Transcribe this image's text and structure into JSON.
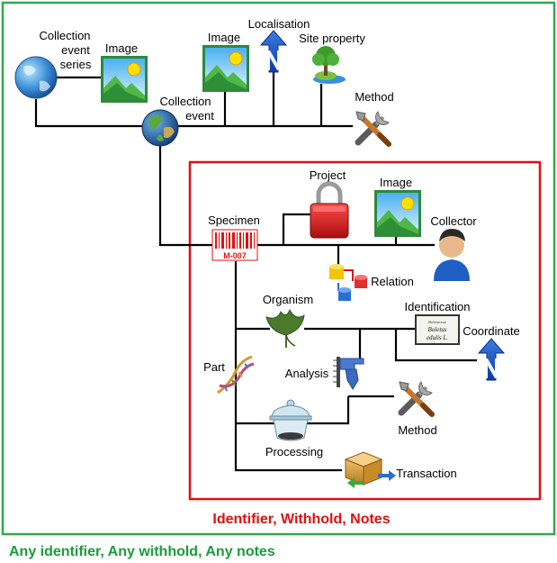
{
  "nodes": {
    "collection_event_series": {
      "line1": "Collection",
      "line2": "event",
      "line3": "series",
      "icon": "globe-icon"
    },
    "image_top_left": {
      "label": "Image",
      "icon": "image-icon"
    },
    "image_top_center": {
      "label": "Image",
      "icon": "image-icon"
    },
    "localisation": {
      "label": "Localisation",
      "icon": "north-arrow-icon"
    },
    "site_property": {
      "label": "Site property",
      "icon": "tree-island-icon"
    },
    "collection_event": {
      "line1": "Collection",
      "line2": "event",
      "icon": "earth-globe-icon"
    },
    "method_top": {
      "label": "Method",
      "icon": "tools-icon"
    },
    "project": {
      "label": "Project",
      "icon": "padlock-icon"
    },
    "image_specimen": {
      "label": "Image",
      "icon": "image-icon"
    },
    "specimen": {
      "label": "Specimen",
      "barcode_text": "M-007",
      "icon": "barcode-icon"
    },
    "collector": {
      "label": "Collector",
      "icon": "person-icon"
    },
    "relation": {
      "label": "Relation",
      "icon": "database-relation-icon"
    },
    "organism": {
      "label": "Organism",
      "icon": "leaf-icon"
    },
    "identification": {
      "label": "Identification",
      "card_line1": "Boletaceae",
      "card_line2": "Boletus",
      "card_line3": "edulis L.",
      "icon": "label-card-icon"
    },
    "coordinate": {
      "label": "Coordinate",
      "icon": "north-arrow-icon"
    },
    "part": {
      "label": "Part",
      "icon": "dna-icon"
    },
    "analysis": {
      "label": "Analysis",
      "icon": "caliper-icon"
    },
    "method_bottom": {
      "label": "Method",
      "icon": "tools-icon"
    },
    "processing": {
      "label": "Processing",
      "icon": "desiccator-icon"
    },
    "transaction": {
      "label": "Transaction",
      "icon": "package-exchange-icon"
    }
  },
  "footers": {
    "inner": "Identifier, Withhold,  Notes",
    "outer": "Any identifier, Any withhold,  Any notes"
  },
  "colors": {
    "outer_frame": "#2eaa4a",
    "inner_frame": "#e01010",
    "inner_footer": "#e01010",
    "outer_footer": "#1a9c3a"
  }
}
